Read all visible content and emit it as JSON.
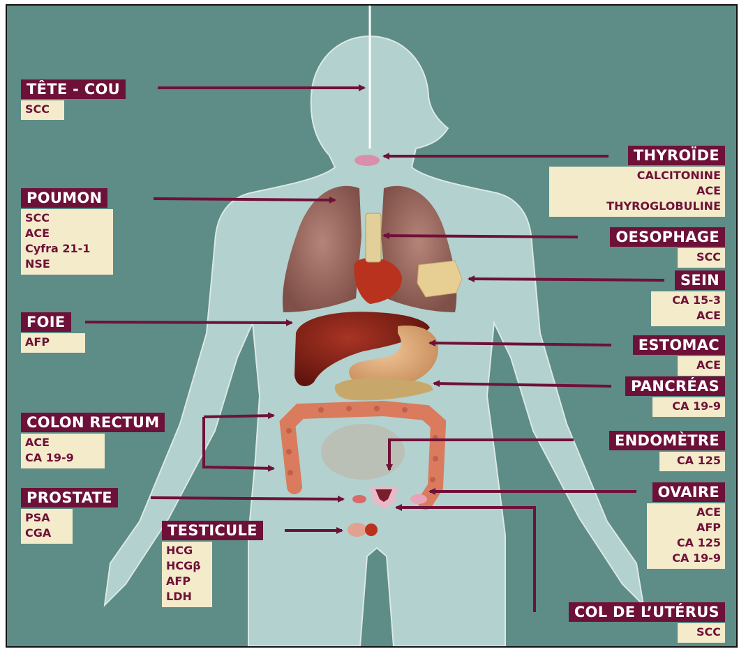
{
  "labels": [
    {
      "id": "tete-cou",
      "title": "TÊTE - COU",
      "markers": [
        "SCC"
      ]
    },
    {
      "id": "thyroide",
      "title": "THYROÏDE",
      "markers": [
        "CALCITONINE",
        "ACE",
        "THYROGLOBULINE"
      ]
    },
    {
      "id": "poumon",
      "title": "POUMON",
      "markers": [
        "SCC",
        "ACE",
        "Cyfra 21-1",
        "NSE"
      ]
    },
    {
      "id": "oesophage",
      "title": "OESOPHAGE",
      "markers": [
        "SCC"
      ]
    },
    {
      "id": "sein",
      "title": "SEIN",
      "markers": [
        "CA 15-3",
        "ACE"
      ]
    },
    {
      "id": "foie",
      "title": "FOIE",
      "markers": [
        "AFP"
      ]
    },
    {
      "id": "estomac",
      "title": "ESTOMAC",
      "markers": [
        "ACE"
      ]
    },
    {
      "id": "pancreas",
      "title": "PANCRÉAS",
      "markers": [
        "CA 19-9"
      ]
    },
    {
      "id": "colon-rectum",
      "title": "COLON RECTUM",
      "markers": [
        "ACE",
        "CA 19-9"
      ]
    },
    {
      "id": "endometre",
      "title": "ENDOMÈTRE",
      "markers": [
        "CA 125"
      ]
    },
    {
      "id": "prostate",
      "title": "PROSTATE",
      "markers": [
        "PSA",
        "CGA"
      ]
    },
    {
      "id": "ovaire",
      "title": "OVAIRE",
      "markers": [
        "ACE",
        "AFP",
        "CA 125",
        "CA 19-9"
      ]
    },
    {
      "id": "testicule",
      "title": "TESTICULE",
      "markers": [
        "HCG",
        "HCGβ",
        "AFP",
        "LDH"
      ]
    },
    {
      "id": "col-uterus",
      "title": "COL DE L’UTÉRUS",
      "markers": [
        "SCC"
      ]
    }
  ],
  "colors": {
    "background": "#5e8c86",
    "body_silhouette": "#b3d1ce",
    "label_title": "#6e1138",
    "label_box": "#f4ebcb",
    "arrow": "#6e1138"
  }
}
